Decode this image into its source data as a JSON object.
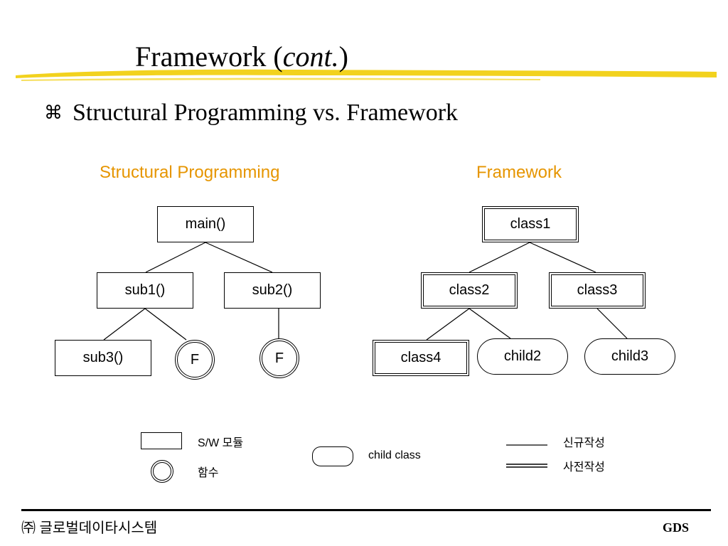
{
  "slide": {
    "title_main": "Framework (",
    "title_italic": "cont.",
    "title_close": ")",
    "subtitle": "Structural Programming vs. Framework",
    "accent_color": "#f2d21e",
    "heading_color": "#e69500"
  },
  "left_diagram": {
    "heading": "Structural Programming",
    "main": "main()",
    "sub1": "sub1()",
    "sub2": "sub2()",
    "sub3": "sub3()",
    "func_a": "F",
    "func_b": "F"
  },
  "right_diagram": {
    "heading": "Framework",
    "class1": "class1",
    "class2": "class2",
    "class3": "class3",
    "class4": "class4",
    "child2": "child2",
    "child3": "child3"
  },
  "legend": {
    "module": "S/W 모듈",
    "function": "함수",
    "child_class": "child class",
    "new_written": "신규작성",
    "pre_written": "사전작성"
  },
  "footer": {
    "company": "㈜ 글로벌데이타시스템",
    "brand": "GDS"
  }
}
